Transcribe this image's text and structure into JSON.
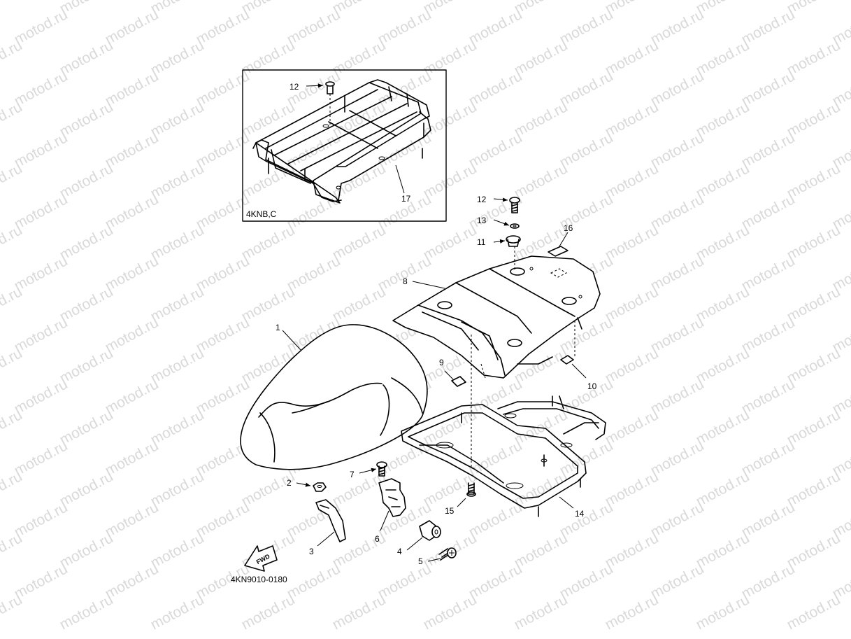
{
  "watermark": {
    "text": "motod.ru"
  },
  "inset": {
    "variant_label": "4KNB,C"
  },
  "diagram_code": "4KN9010-0180",
  "fwd_label": "FWD",
  "callouts": [
    {
      "id": "c12a",
      "num": "12"
    },
    {
      "id": "c17",
      "num": "17"
    },
    {
      "id": "c12b",
      "num": "12"
    },
    {
      "id": "c13",
      "num": "13"
    },
    {
      "id": "c11",
      "num": "11"
    },
    {
      "id": "c16",
      "num": "16"
    },
    {
      "id": "c8",
      "num": "8"
    },
    {
      "id": "c1",
      "num": "1"
    },
    {
      "id": "c9",
      "num": "9"
    },
    {
      "id": "c10",
      "num": "10"
    },
    {
      "id": "c7",
      "num": "7"
    },
    {
      "id": "c2",
      "num": "2"
    },
    {
      "id": "c15",
      "num": "15"
    },
    {
      "id": "c14",
      "num": "14"
    },
    {
      "id": "c6",
      "num": "6"
    },
    {
      "id": "c3",
      "num": "3"
    },
    {
      "id": "c4",
      "num": "4"
    },
    {
      "id": "c5",
      "num": "5"
    }
  ]
}
